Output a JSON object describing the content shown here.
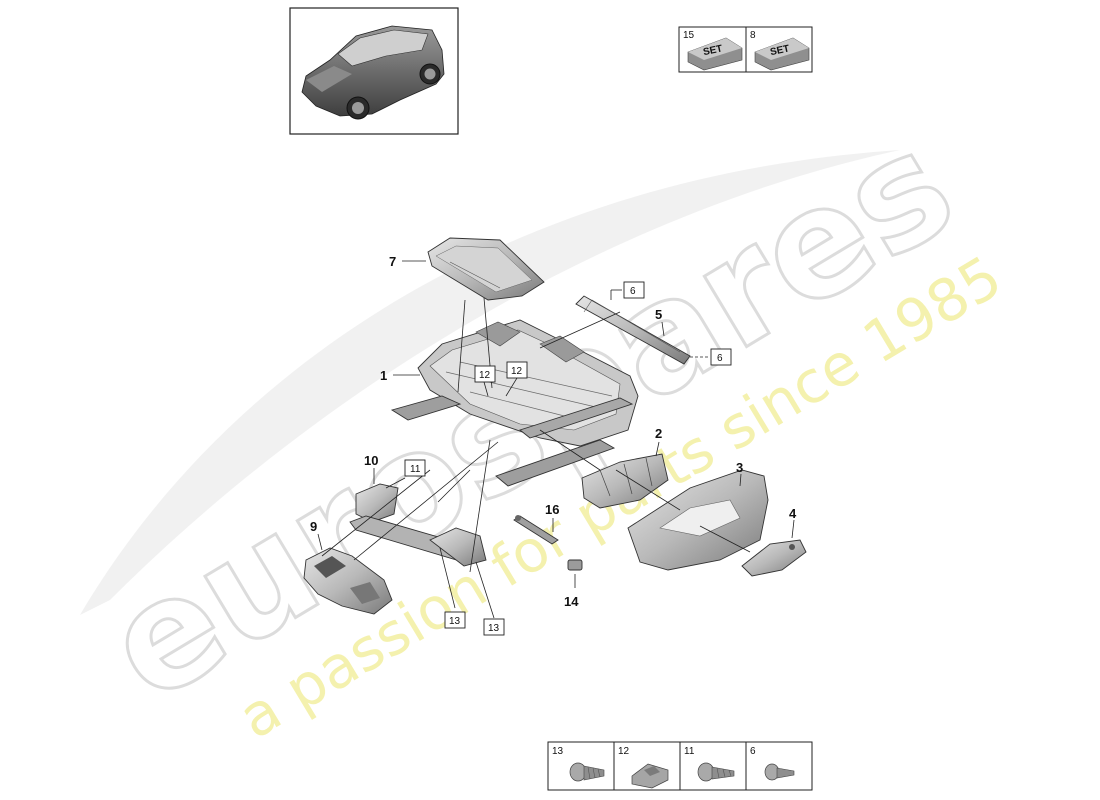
{
  "watermark": {
    "brand": "eurospares",
    "tagline": "a passion for parts since 1985"
  },
  "set_box": {
    "items": [
      {
        "number": "15",
        "badge": "SET"
      },
      {
        "number": "8",
        "badge": "SET"
      }
    ]
  },
  "callouts": {
    "c1": "1",
    "c2": "2",
    "c3": "3",
    "c4": "4",
    "c5": "5",
    "c7": "7",
    "c9": "9",
    "c10": "10",
    "c14": "14",
    "c16": "16"
  },
  "boxed_callouts": {
    "b6a": "6",
    "b6b": "6",
    "b11": "11",
    "b12a": "12",
    "b12b": "12",
    "b13a": "13",
    "b13b": "13"
  },
  "fastener_table": {
    "items": [
      {
        "number": "13",
        "icon": "torx-screw-icon"
      },
      {
        "number": "12",
        "icon": "clip-nut-icon"
      },
      {
        "number": "11",
        "icon": "torx-screw-icon"
      },
      {
        "number": "6",
        "icon": "flange-screw-icon"
      }
    ]
  },
  "colors": {
    "part_fill": "#bdbdbd",
    "part_dark": "#6e6e6e",
    "watermark_gray": "#d9d9d9",
    "watermark_yellow": "#f3f0a6"
  }
}
